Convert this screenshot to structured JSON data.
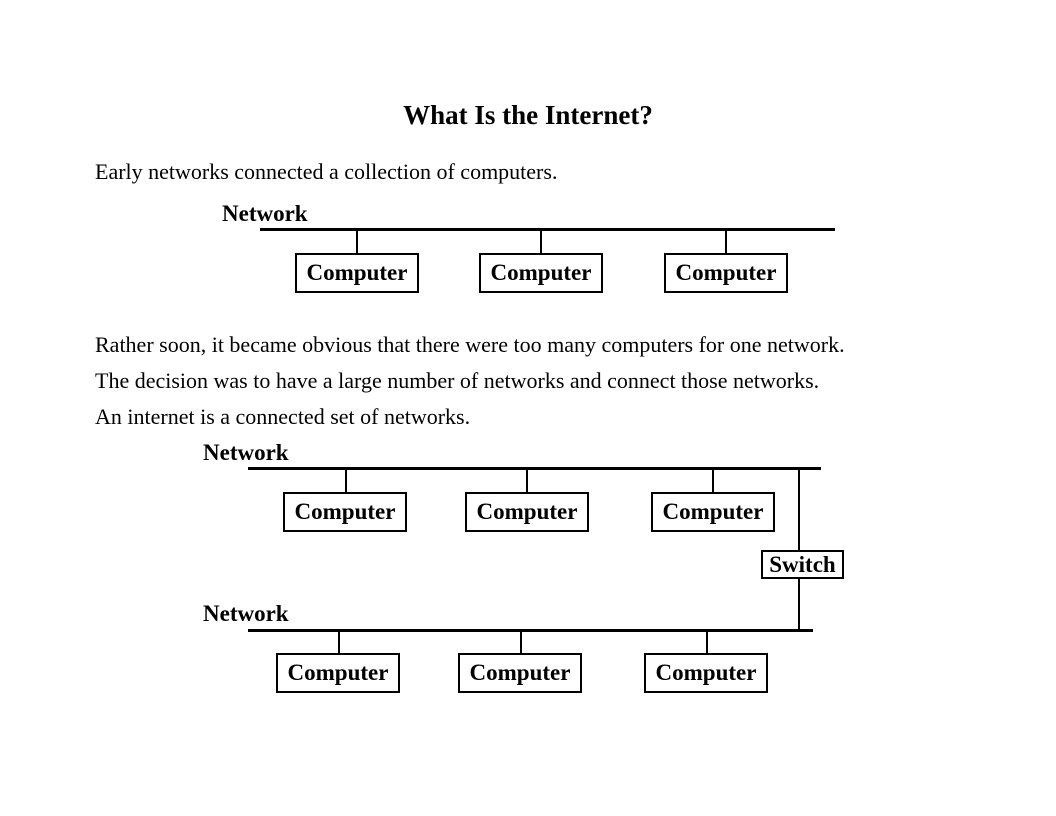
{
  "page": {
    "title": "What Is the Internet?",
    "paragraph1": "Early networks connected a collection of computers.",
    "paragraph2_lines": [
      "Rather soon, it became obvious that there were too many computers for one network.",
      "The decision was to have a large number of networks and connect those networks.",
      "An internet is a connected set of networks."
    ]
  },
  "diagram1": {
    "network_label": "Network",
    "computers": [
      "Computer",
      "Computer",
      "Computer"
    ]
  },
  "diagram2": {
    "top_network_label": "Network",
    "top_computers": [
      "Computer",
      "Computer",
      "Computer"
    ],
    "switch_label": "Switch",
    "bottom_network_label": "Network",
    "bottom_computers": [
      "Computer",
      "Computer",
      "Computer"
    ]
  },
  "colors": {
    "background": "#ffffff",
    "text": "#000000",
    "line": "#000000"
  }
}
